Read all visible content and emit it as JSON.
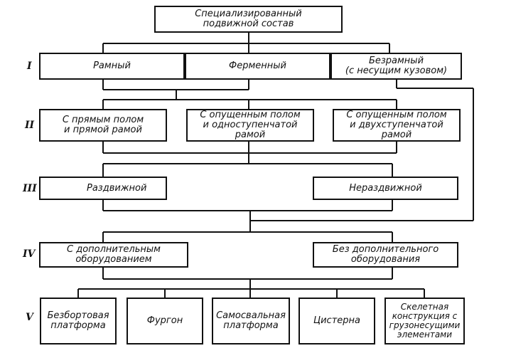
{
  "title": "Специализированный\nподвижной состав",
  "levels": [
    "I",
    "II",
    "III",
    "IV",
    "V"
  ],
  "level1": [
    "Рамный",
    "Ферменный",
    "Безрамный\n(с несущим кузовом)"
  ],
  "level2": [
    "С прямым полом\nи прямой рамой",
    "С опущенным полом\nи одноступенчатой\nрамой",
    "С опущенным полом\nи двухступенчатой\nрамой"
  ],
  "level3": [
    "Раздвижной",
    "Нераздвижной"
  ],
  "level4": [
    "С дополнительным\nоборудованием",
    "Без дополнительного\nоборудования"
  ],
  "level5": [
    "Безбортовая\nплатформа",
    "Фургон",
    "Самосвальная\nплатформа",
    "Цистерна",
    "Скелетная\nконструкция с\nгрузонесущими\nэлементами"
  ]
}
